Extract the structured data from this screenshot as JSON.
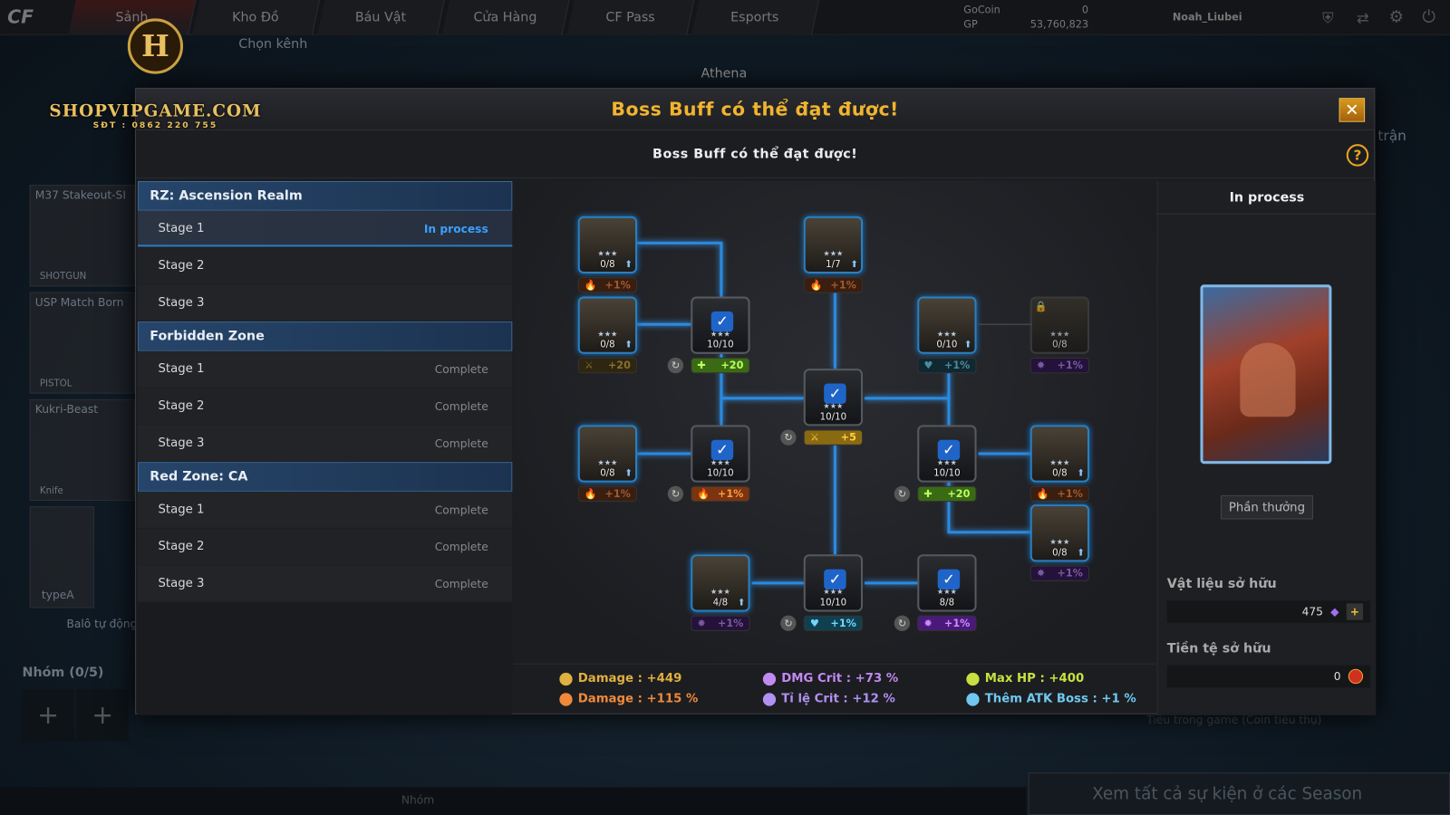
{
  "background": {
    "nav_tabs": [
      "Sảnh",
      "Kho Đồ",
      "Báu Vật",
      "Cửa Hàng",
      "CF Pass",
      "Esports"
    ],
    "currency": {
      "gocoin_label": "GoCoin",
      "gocoin_value": "0",
      "gp_label": "GP",
      "gp_value": "53,760,823"
    },
    "username": "Noah_Liubei",
    "channel": "Chọn kênh",
    "server": "Athena",
    "weapons": [
      {
        "name": "M37 Stakeout-SI",
        "type": "SHOTGUN"
      },
      {
        "name": "USP Match Born",
        "type": "PISTOL"
      },
      {
        "name": "Kukri-Beast",
        "type": "Knife"
      }
    ],
    "char": "typeA",
    "backpack": "Balô tự động",
    "team": "Nhóm (0/5)",
    "right_tab": "trận",
    "coin_spent": "Tiêu trong game (Coin tiêu thụ)",
    "events": "Xem tất cả sự kiện ở các Season",
    "bottom_team": "Nhóm",
    "watermark": {
      "site": "SHOPVIPGAME.COM",
      "phone": "SĐT : 0862 220 755"
    }
  },
  "modal": {
    "title": "Boss Buff có thể đạt được!",
    "subtitle": "Boss Buff có thể đạt được!",
    "close": "✕",
    "help": "?",
    "groups": [
      {
        "name": "RZ: Ascension Realm",
        "stages": [
          {
            "label": "Stage 1",
            "status": "In process",
            "selected": true
          },
          {
            "label": "Stage 2",
            "status": ""
          },
          {
            "label": "Stage 3",
            "status": ""
          }
        ]
      },
      {
        "name": "Forbidden Zone",
        "stages": [
          {
            "label": "Stage 1",
            "status": "Complete"
          },
          {
            "label": "Stage 2",
            "status": "Complete"
          },
          {
            "label": "Stage 3",
            "status": "Complete"
          }
        ]
      },
      {
        "name": "Red Zone: CA",
        "stages": [
          {
            "label": "Stage 1",
            "status": "Complete"
          },
          {
            "label": "Stage 2",
            "status": "Complete"
          },
          {
            "label": "Stage 3",
            "status": "Complete"
          }
        ]
      }
    ],
    "nodes": [
      {
        "progress": "0/8",
        "buff": "fire",
        "value": "+1%",
        "done": false
      },
      {
        "progress": "1/7",
        "buff": "fire",
        "value": "+1%",
        "done": false
      },
      {
        "progress": "0/8",
        "buff": "weapon",
        "value": "+20",
        "done": false
      },
      {
        "progress": "10/10",
        "buff": "hp",
        "value": "+20",
        "done": true
      },
      {
        "progress": "0/10",
        "buff": "atk",
        "value": "+1%",
        "done": false
      },
      {
        "progress": "0/8",
        "buff": "crit",
        "value": "+1%",
        "done": false,
        "locked": true
      },
      {
        "progress": "10/10",
        "buff": "weapon",
        "value": "+5",
        "done": true
      },
      {
        "progress": "0/8",
        "buff": "fire",
        "value": "+1%",
        "done": false
      },
      {
        "progress": "10/10",
        "buff": "fire",
        "value": "+1%",
        "done": true
      },
      {
        "progress": "10/10",
        "buff": "hp",
        "value": "+20",
        "done": true
      },
      {
        "progress": "0/8",
        "buff": "fire",
        "value": "+1%",
        "done": false
      },
      {
        "progress": "0/8",
        "buff": "crit",
        "value": "+1%",
        "done": false
      },
      {
        "progress": "4/8",
        "buff": "crit",
        "value": "+1%",
        "done": false
      },
      {
        "progress": "10/10",
        "buff": "atk",
        "value": "+1%",
        "done": true
      },
      {
        "progress": "8/8",
        "buff": "crit",
        "value": "+1%",
        "done": true
      }
    ],
    "stats": [
      {
        "text": "Damage : +449",
        "color": "#e0b040"
      },
      {
        "text": "Damage : +115 %",
        "color": "#f08a3a"
      },
      {
        "text": "DMG Crit : +73 %",
        "color": "#c08af0"
      },
      {
        "text": "Tỉ lệ Crit : +12 %",
        "color": "#b090f0"
      },
      {
        "text": "Max HP : +400",
        "color": "#c8e040"
      },
      {
        "text": "Thêm ATK Boss : +1 %",
        "color": "#70c8f0"
      }
    ],
    "right": {
      "status": "In process",
      "reward_button": "Phần thưởng",
      "materials_label": "Vật liệu sở hữu",
      "materials_value": "475",
      "currency_label": "Tiền tệ sở hữu",
      "currency_value": "0"
    }
  }
}
